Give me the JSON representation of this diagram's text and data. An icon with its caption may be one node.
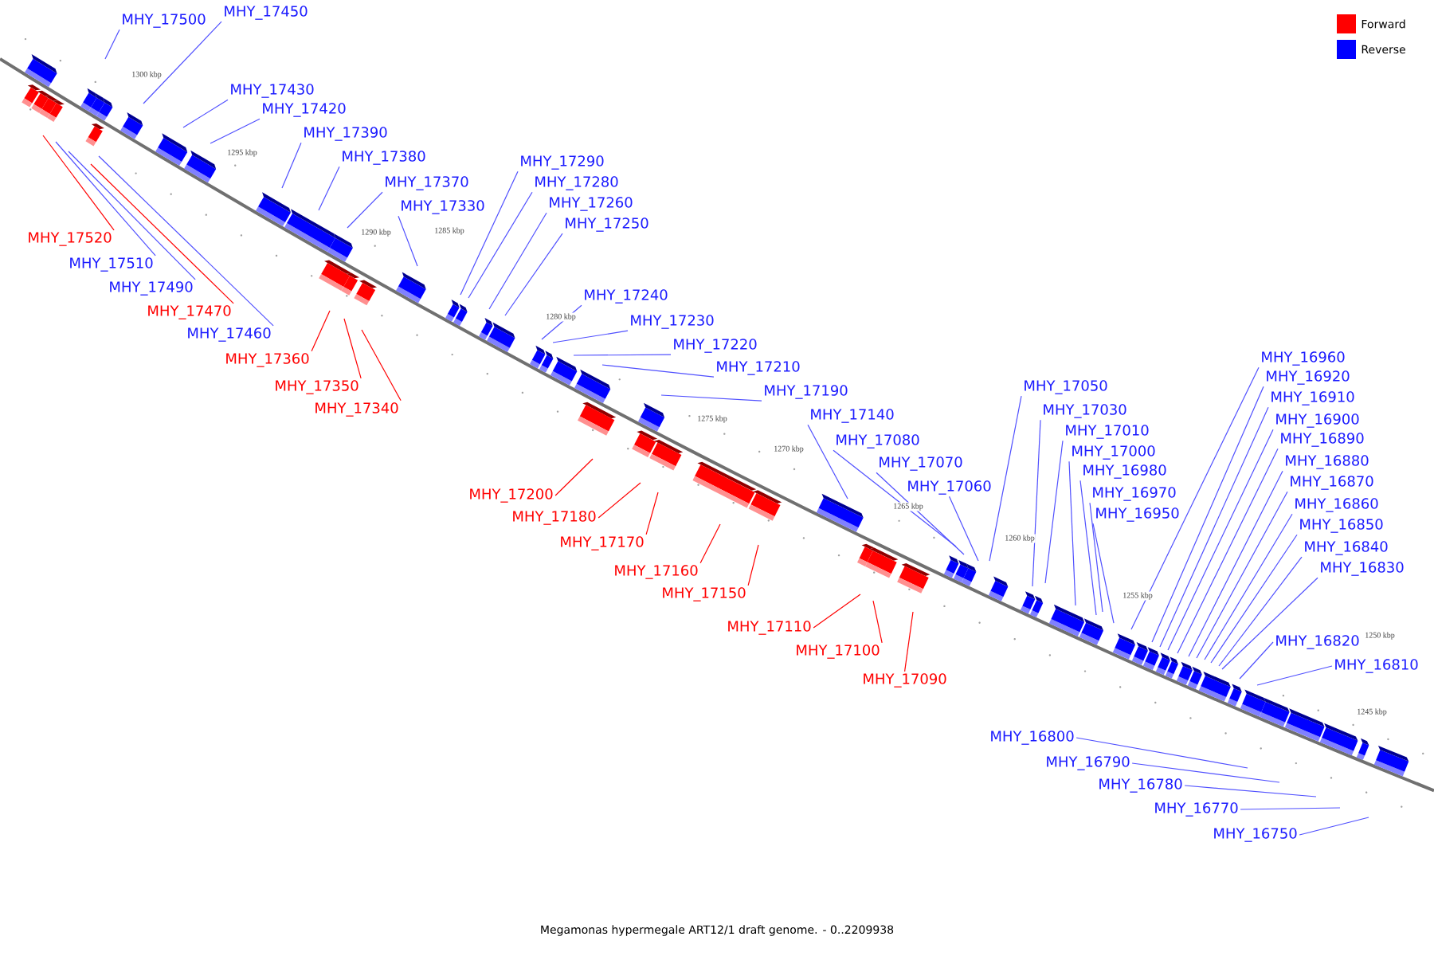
{
  "diagram": {
    "caption": "Megamonas hypermegale ART12/1 draft genome. - 0..2209938",
    "nodes": [
      {
        "text": [
          "MHY_17500"
        ]
      },
      {
        "text": [
          "MHY_17450"
        ]
      },
      {
        "text": [
          "MHY_17430"
        ]
      },
      {
        "text": [
          "MHY_17420"
        ]
      },
      {
        "text": [
          "MHY_17390"
        ]
      },
      {
        "text": [
          "MHY_17380"
        ]
      },
      {
        "text": [
          "MHY_17370"
        ]
      },
      {
        "text": [
          "MHY_17330"
        ]
      },
      {
        "text": [
          "MHY_17290"
        ]
      },
      {
        "text": [
          "MHY_17280"
        ]
      },
      {
        "text": [
          "MHY_17260"
        ]
      },
      {
        "text": [
          "MHY_17250"
        ]
      },
      {
        "text": [
          "MHY_17240"
        ]
      },
      {
        "text": [
          "MHY_17230"
        ]
      },
      {
        "text": [
          "MHY_17220"
        ]
      },
      {
        "text": [
          "MHY_17210"
        ]
      },
      {
        "text": [
          "MHY_17190"
        ]
      },
      {
        "text": [
          "MHY_17140"
        ]
      },
      {
        "text": [
          "MHY_17080"
        ]
      },
      {
        "text": [
          "MHY_17070"
        ]
      },
      {
        "text": [
          "MHY_17060"
        ]
      },
      {
        "text": [
          "MHY_17050"
        ]
      },
      {
        "text": [
          "MHY_17030"
        ]
      },
      {
        "text": [
          "MHY_17010"
        ]
      },
      {
        "text": [
          "MHY_17000"
        ]
      },
      {
        "text": [
          "MHY_16980"
        ]
      },
      {
        "text": [
          "MHY_16970"
        ]
      },
      {
        "text": [
          "MHY_16950"
        ]
      },
      {
        "text": [
          "MHY_16960"
        ]
      },
      {
        "text": [
          "MHY_16920"
        ]
      },
      {
        "text": [
          "MHY_16910"
        ]
      },
      {
        "text": [
          "MHY_16900"
        ]
      },
      {
        "text": [
          "MHY_16890"
        ]
      },
      {
        "text": [
          "MHY_16880"
        ]
      },
      {
        "text": [
          "MHY_16870"
        ]
      },
      {
        "text": [
          "MHY_16860"
        ]
      },
      {
        "text": [
          "MHY_16850"
        ]
      },
      {
        "text": [
          "MHY_16840"
        ]
      },
      {
        "text": [
          "MHY_16830"
        ]
      },
      {
        "text": [
          "MHY_16820"
        ]
      },
      {
        "text": [
          "MHY_16810"
        ]
      },
      {
        "text": [
          "MHY_16800"
        ]
      },
      {
        "text": [
          "MHY_16790"
        ]
      },
      {
        "text": [
          "MHY_16780"
        ]
      },
      {
        "text": [
          "MHY_16770"
        ]
      },
      {
        "text": [
          "MHY_16750"
        ]
      },
      {
        "text": [
          "MHY_17520"
        ]
      },
      {
        "text": [
          "MHY_17510"
        ]
      },
      {
        "text": [
          "MHY_17490"
        ]
      },
      {
        "text": [
          "MHY_17470"
        ]
      },
      {
        "text": [
          "MHY_17460"
        ]
      },
      {
        "text": [
          "MHY_17360"
        ]
      },
      {
        "text": [
          "MHY_17350"
        ]
      },
      {
        "text": [
          "MHY_17340"
        ]
      },
      {
        "text": [
          "MHY_17200"
        ]
      },
      {
        "text": [
          "MHY_17180"
        ]
      },
      {
        "text": [
          "MHY_17170"
        ]
      },
      {
        "text": [
          "MHY_17160"
        ]
      },
      {
        "text": [
          "MHY_17150"
        ]
      },
      {
        "text": [
          "MHY_17110"
        ]
      },
      {
        "text": [
          "MHY_17100"
        ]
      },
      {
        "text": [
          "MHY_17090"
        ]
      }
    ],
    "edges": [
      {
        "from": 0,
        "to": null,
        "arrow": "none"
      },
      {
        "from": 1,
        "to": null,
        "arrow": "none"
      },
      {
        "from": 2,
        "to": null,
        "arrow": "none"
      },
      {
        "from": 3,
        "to": null,
        "arrow": "none"
      },
      {
        "from": 4,
        "to": null,
        "arrow": "none"
      },
      {
        "from": 5,
        "to": null,
        "arrow": "none"
      },
      {
        "from": 6,
        "to": null,
        "arrow": "none"
      },
      {
        "from": 7,
        "to": null,
        "arrow": "none"
      },
      {
        "from": 8,
        "to": null,
        "arrow": "none"
      },
      {
        "from": 9,
        "to": null,
        "arrow": "none"
      },
      {
        "from": 10,
        "to": null,
        "arrow": "none"
      },
      {
        "from": 11,
        "to": null,
        "arrow": "none"
      },
      {
        "from": 12,
        "to": null,
        "arrow": "none"
      },
      {
        "from": 13,
        "to": null,
        "arrow": "none"
      },
      {
        "from": 14,
        "to": null,
        "arrow": "none"
      },
      {
        "from": 15,
        "to": null,
        "arrow": "none"
      },
      {
        "from": 16,
        "to": null,
        "arrow": "none"
      },
      {
        "from": 17,
        "to": null,
        "arrow": "none"
      },
      {
        "from": 18,
        "to": null,
        "arrow": "none"
      },
      {
        "from": 19,
        "to": null,
        "arrow": "none"
      },
      {
        "from": 20,
        "to": null,
        "arrow": "none"
      },
      {
        "from": 21,
        "to": null,
        "arrow": "none"
      },
      {
        "from": 22,
        "to": null,
        "arrow": "none"
      },
      {
        "from": 23,
        "to": null,
        "arrow": "none"
      },
      {
        "from": 24,
        "to": null,
        "arrow": "none"
      },
      {
        "from": 25,
        "to": null,
        "arrow": "none"
      },
      {
        "from": 26,
        "to": null,
        "arrow": "none"
      },
      {
        "from": 27,
        "to": null,
        "arrow": "none"
      },
      {
        "from": 28,
        "to": null,
        "arrow": "none"
      },
      {
        "from": 29,
        "to": null,
        "arrow": "none"
      },
      {
        "from": 30,
        "to": null,
        "arrow": "none"
      },
      {
        "from": 31,
        "to": null,
        "arrow": "none"
      },
      {
        "from": 32,
        "to": null,
        "arrow": "none"
      },
      {
        "from": 33,
        "to": null,
        "arrow": "none"
      },
      {
        "from": 34,
        "to": null,
        "arrow": "none"
      },
      {
        "from": 35,
        "to": null,
        "arrow": "none"
      },
      {
        "from": 36,
        "to": null,
        "arrow": "none"
      },
      {
        "from": 37,
        "to": null,
        "arrow": "none"
      },
      {
        "from": 38,
        "to": null,
        "arrow": "none"
      },
      {
        "from": 39,
        "to": null,
        "arrow": "none"
      },
      {
        "from": 40,
        "to": null,
        "arrow": "none"
      },
      {
        "from": 41,
        "to": null,
        "arrow": "none"
      },
      {
        "from": 42,
        "to": null,
        "arrow": "none"
      },
      {
        "from": 43,
        "to": null,
        "arrow": "none"
      },
      {
        "from": 44,
        "to": null,
        "arrow": "none"
      },
      {
        "from": 45,
        "to": null,
        "arrow": "none"
      },
      {
        "from": 46,
        "to": null,
        "arrow": "none",
        "color": "#ff0000"
      },
      {
        "from": 47,
        "to": null,
        "arrow": "none"
      },
      {
        "from": 48,
        "to": null,
        "arrow": "none"
      },
      {
        "from": 49,
        "to": null,
        "arrow": "none",
        "color": "#ff0000"
      },
      {
        "from": 50,
        "to": null,
        "arrow": "none"
      },
      {
        "from": 51,
        "to": null,
        "arrow": "none",
        "color": "#ff0000"
      },
      {
        "from": 52,
        "to": null,
        "arrow": "none",
        "color": "#ff0000"
      },
      {
        "from": 53,
        "to": null,
        "arrow": "none",
        "color": "#ff0000"
      },
      {
        "from": 54,
        "to": null,
        "arrow": "none",
        "color": "#ff0000"
      },
      {
        "from": 55,
        "to": null,
        "arrow": "none",
        "color": "#ff0000"
      },
      {
        "from": 56,
        "to": null,
        "arrow": "none",
        "color": "#ff0000"
      },
      {
        "from": 57,
        "to": null,
        "arrow": "none",
        "color": "#ff0000"
      },
      {
        "from": 58,
        "to": null,
        "arrow": "none",
        "color": "#ff0000"
      },
      {
        "from": 59,
        "to": null,
        "arrow": "none",
        "color": "#ff0000"
      },
      {
        "from": 60,
        "to": null,
        "arrow": "none",
        "color": "#ff0000"
      },
      {
        "from": 61,
        "to": null,
        "arrow": "none",
        "color": "#ff0000"
      }
    ],
    "labels": [
      "1300 kbp",
      "1295 kbp",
      "1290 kbp",
      "1285 kbp",
      "1280 kbp",
      "1275 kbp",
      "1270 kbp",
      "1265 kbp",
      "1260 kbp",
      "1255 kbp",
      "1250 kbp",
      "1245 kbp"
    ],
    "legend": [
      {
        "text": "Forward",
        "color": "#ff0000"
      },
      {
        "text": "Reverse",
        "color": "#0000ff"
      }
    ]
  }
}
